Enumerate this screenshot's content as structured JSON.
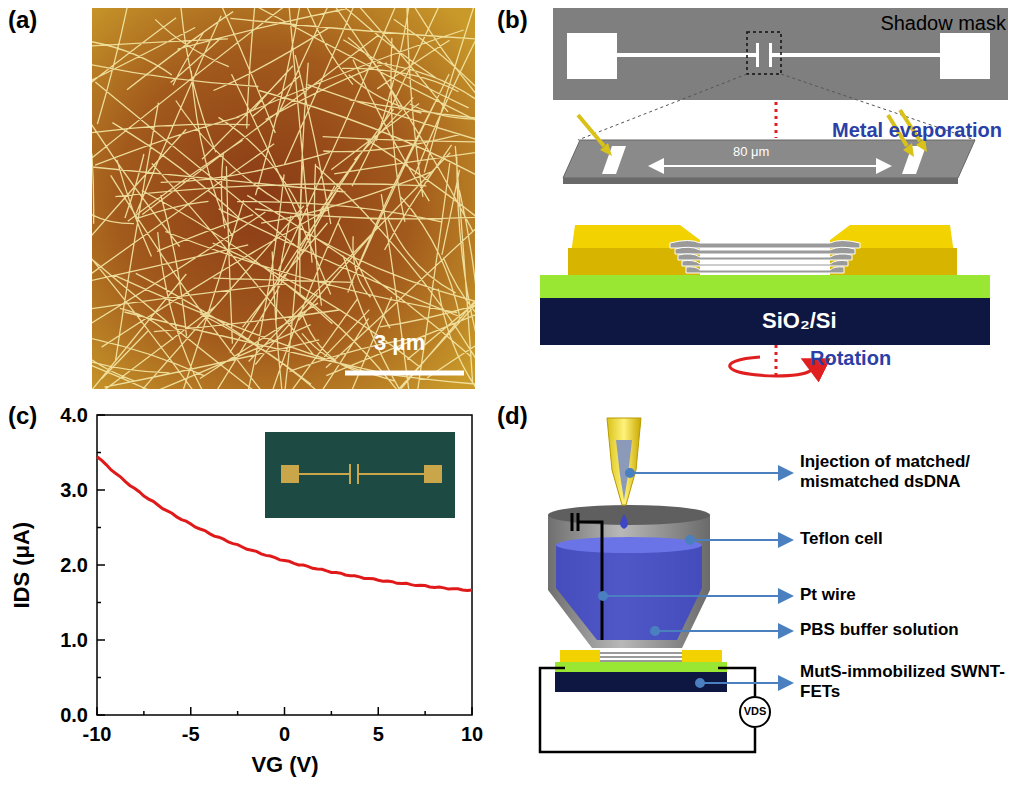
{
  "diagram": {
    "nodes": [
      {
        "text": [
          "3 μm"
        ]
      },
      {
        "text": [
          "Shadow mask"
        ]
      },
      {
        "text": [
          "SiO₂/Si"
        ]
      },
      {
        "text": [
          "VDS"
        ]
      }
    ],
    "labels": [
      "(a)",
      "(b)",
      "Metal evaporation",
      "80 μm",
      "Rotation",
      "(c)",
      "(d)",
      "4.0",
      "3.0",
      "2.0",
      "1.0",
      "0.0",
      "-10",
      "-5",
      "0",
      "5",
      "10",
      "IDS (μA)",
      "VG (V)",
      "Injection of matched/ mismatched dsDNA",
      "Teflon cell",
      "Pt wire",
      "PBS buffer solution",
      "MutS-immobilized SWNT-FETs"
    ]
  }
}
